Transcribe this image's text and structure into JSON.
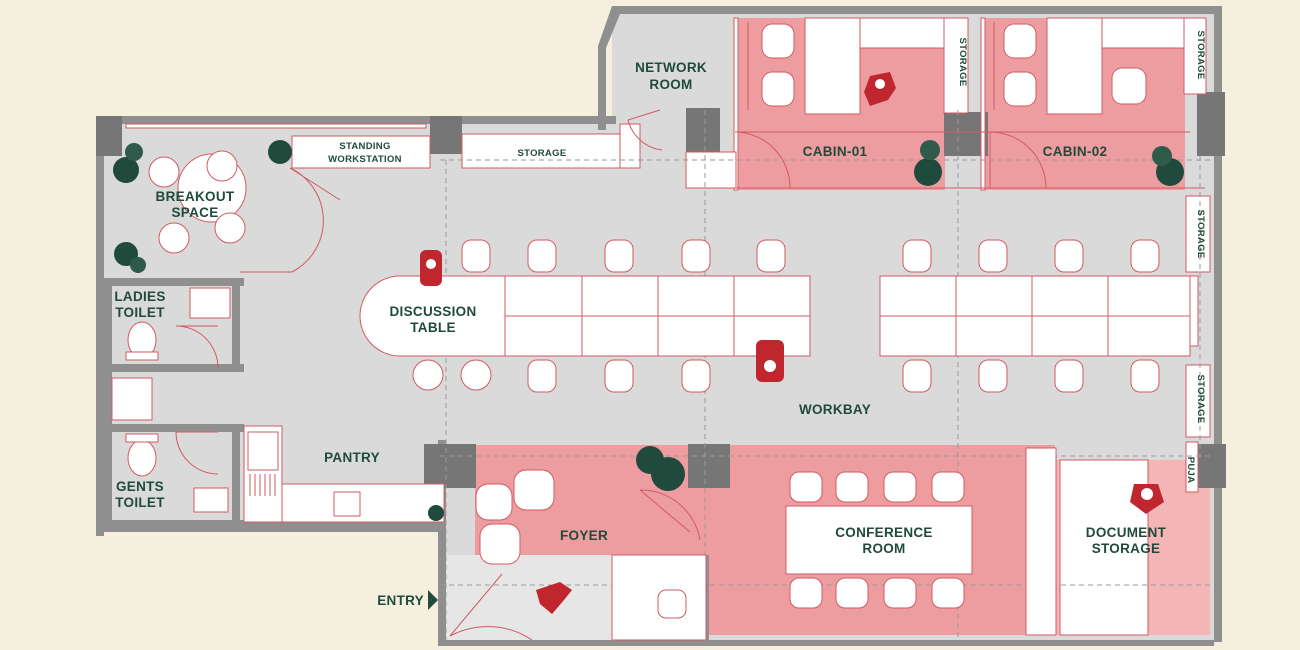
{
  "rooms": {
    "network_room": [
      "NETWORK",
      "ROOM"
    ],
    "standing_workstation": [
      "STANDING",
      "WORKSTATION"
    ],
    "storage_top": "STORAGE",
    "breakout": [
      "BREAKOUT",
      "SPACE"
    ],
    "cabin1": "CABIN-01",
    "cabin2": "CABIN-02",
    "storage_cabin1": "STORAGE",
    "storage_right_top": "STORAGE",
    "storage_right_mid": "STORAGE",
    "storage_right_low": "STORAGE",
    "puja": "PUJA",
    "discussion": [
      "DISCUSSION",
      "TABLE"
    ],
    "ladies_toilet": [
      "LADIES",
      "TOILET"
    ],
    "gents_toilet": [
      "GENTS",
      "TOILET"
    ],
    "workbay": "WORKBAY",
    "pantry": "PANTRY",
    "foyer": "FOYER",
    "conference": [
      "CONFERENCE",
      "ROOM"
    ],
    "document_storage": [
      "DOCUMENT",
      "STORAGE"
    ],
    "entry": "ENTRY"
  },
  "colors": {
    "background": "#f4f0dd",
    "floor": "#dadada",
    "wall": "#8f8f8f",
    "room_fill": "#ed9d9f",
    "outline": "#d15a63",
    "label": "#1f4a3c",
    "plant": "#1f4a3c",
    "person": "#c0262e"
  }
}
